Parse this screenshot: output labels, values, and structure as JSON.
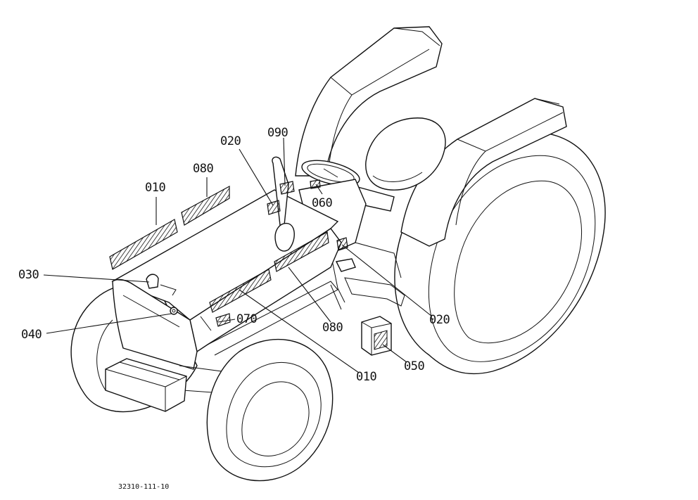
{
  "labels": {
    "l010_top": "010",
    "l080_top": "080",
    "l020_top": "020",
    "l090": "090",
    "l060": "060",
    "l030": "030",
    "l040": "040",
    "l070": "070",
    "l080_bottom": "080",
    "l010_bottom": "010",
    "l020_right": "020",
    "l050": "050"
  },
  "drawing_code": "32310-111-10"
}
